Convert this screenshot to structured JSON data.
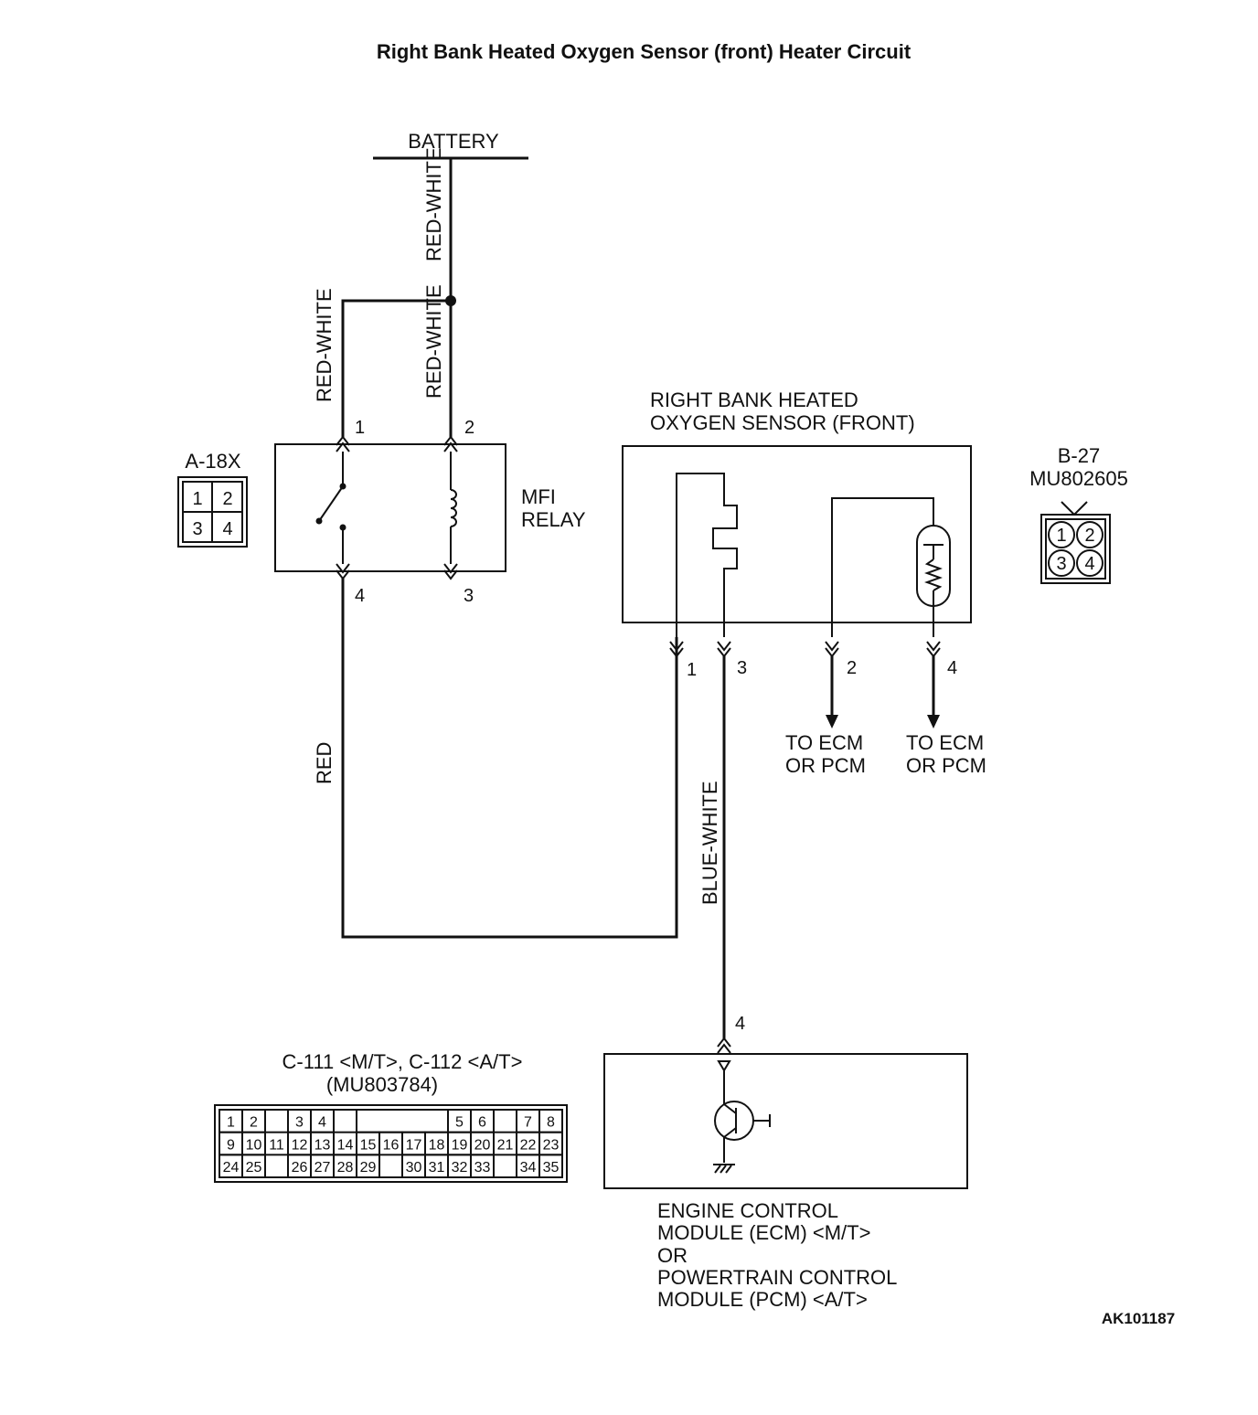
{
  "title": "Right Bank Heated Oxygen Sensor (front) Heater Circuit",
  "battery_label": "BATTERY",
  "wire_colors": {
    "battery_feed": "RED-WHITE",
    "relay_pin1": "RED-WHITE",
    "relay_pin2": "RED-WHITE",
    "relay_out": "RED",
    "ecm_line": "BLUE-WHITE"
  },
  "relay": {
    "name_line1": "MFI",
    "name_line2": "RELAY",
    "pins": [
      "1",
      "2",
      "4",
      "3"
    ]
  },
  "connector_a18x": {
    "label": "A-18X",
    "cells": [
      "1",
      "2",
      "3",
      "4"
    ]
  },
  "sensor": {
    "title_line1": "RIGHT BANK HEATED",
    "title_line2": "OXYGEN SENSOR (FRONT)",
    "pins": [
      "1",
      "3",
      "2",
      "4"
    ],
    "to_ecm_line1": "TO ECM",
    "to_ecm_line2": "OR PCM"
  },
  "connector_b27": {
    "label": "B-27",
    "part": "MU802605",
    "cells": [
      "1",
      "2",
      "3",
      "4"
    ]
  },
  "connector_c111": {
    "label": "C-111 <M/T>, C-112 <A/T>",
    "part": "(MU803784)",
    "rows": [
      [
        "1",
        "2",
        "",
        "3",
        "4",
        "",
        "",
        "",
        "",
        "",
        "5",
        "6",
        "",
        "7",
        "8"
      ],
      [
        "9",
        "10",
        "11",
        "12",
        "13",
        "14",
        "15",
        "16",
        "17",
        "18",
        "19",
        "20",
        "21",
        "22",
        "23"
      ],
      [
        "24",
        "25",
        "",
        "26",
        "27",
        "28",
        "29",
        "",
        "30",
        "31",
        "32",
        "33",
        "",
        "34",
        "35"
      ]
    ]
  },
  "ecm": {
    "pin": "4",
    "lines": [
      "ENGINE CONTROL",
      "MODULE (ECM) <M/T>",
      "OR",
      "POWERTRAIN CONTROL",
      "MODULE (PCM) <A/T>"
    ]
  },
  "figure_code": "AK101187"
}
